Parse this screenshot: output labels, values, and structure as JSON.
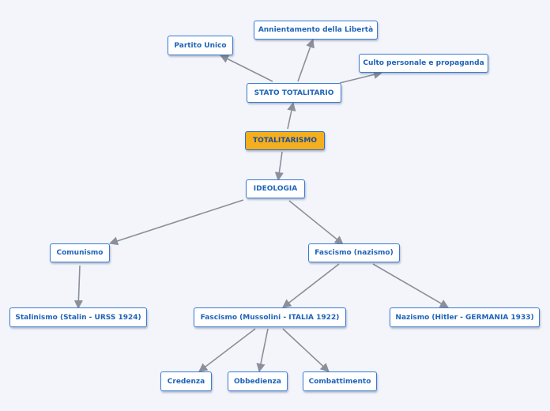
{
  "colors": {
    "background": "#f3f5fa",
    "node_fill": "#ffffff",
    "node_border": "#3a7bd5",
    "node_text": "#1f63b8",
    "root_fill": "#f5ae1e",
    "connector": "#8a8f99"
  },
  "nodes": {
    "totalitarismo": "TOTALITARISMO",
    "stato_totalitario": "STATO TOTALITARIO",
    "partito_unico": "Partito Unico",
    "annientamento": "Annientamento della Libertà",
    "culto": "Culto personale e propaganda",
    "ideologia": "IDEOLOGIA",
    "comunismo": "Comunismo",
    "stalinismo": "Stalinismo (Stalin - URSS 1924)",
    "fascismo_nazismo": "Fascismo (nazismo)",
    "fascismo_mussolini": "Fascismo (Mussolini - ITALIA 1922)",
    "nazismo": "Nazismo (Hitler - GERMANIA 1933)",
    "credenza": "Credenza",
    "obbedienza": "Obbedienza",
    "combattimento": "Combattimento"
  }
}
